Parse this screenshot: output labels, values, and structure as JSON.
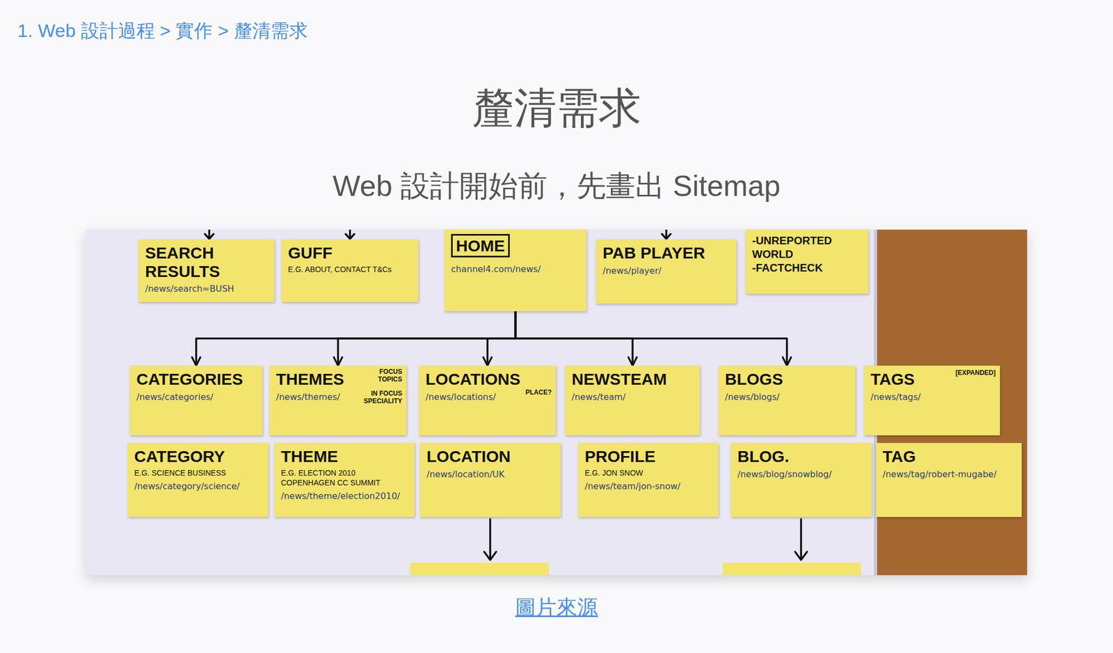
{
  "diagram": {
    "title": "釐清需求",
    "caption": "圖片來源",
    "nodes": [
      {
        "text": [
          "SEARCH RESULTS",
          "/news/search=BUSH"
        ]
      },
      {
        "text": [
          "GUFF",
          "E.G. ABOUT, CONTACT T&Cs"
        ]
      },
      {
        "text": [
          "HOME",
          "channel4.com/news/"
        ]
      },
      {
        "text": [
          "PAB PLAYER",
          "/news/player/"
        ]
      },
      {
        "text": [
          "-UNREPORTED WORLD",
          "-FACTCHECK"
        ]
      },
      {
        "text": [
          "CATEGORIES",
          "/news/categories/"
        ]
      },
      {
        "text": [
          "THEMES",
          "FOCUS TOPICS",
          "IN FOCUS SPECIALITY",
          "/news/themes/"
        ]
      },
      {
        "text": [
          "LOCATIONS",
          "PLACE?",
          "/news/locations/"
        ]
      },
      {
        "text": [
          "NEWSTEAM",
          "/news/team/"
        ]
      },
      {
        "text": [
          "BLOGS",
          "/news/blogs/"
        ]
      },
      {
        "text": [
          "TAGS",
          "[EXPANDED]",
          "/news/tags/"
        ]
      },
      {
        "text": [
          "CATEGORY",
          "E.G. SCIENCE BUSINESS",
          "/news/category/science/"
        ]
      },
      {
        "text": [
          "THEME",
          "E.G. ELECTION 2010 COPENHAGEN CC SUMMIT",
          "/news/theme/election2010/"
        ]
      },
      {
        "text": [
          "LOCATION",
          "/news/location/UK"
        ]
      },
      {
        "text": [
          "PROFILE",
          "E.G. JON SNOW",
          "/news/team/jon-snow/"
        ]
      },
      {
        "text": [
          "BLOG.",
          "/news/blog/snowblog/"
        ]
      },
      {
        "text": [
          "TAG",
          "/news/tag/robert-mugabe/"
        ]
      }
    ],
    "edges": [
      {
        "from": 2,
        "to": 5,
        "arrow": "to"
      },
      {
        "from": 2,
        "to": 6,
        "arrow": "to"
      },
      {
        "from": 2,
        "to": 7,
        "arrow": "to"
      },
      {
        "from": 2,
        "to": 8,
        "arrow": "to"
      },
      {
        "from": 2,
        "to": 9,
        "arrow": "to"
      }
    ],
    "labels": [
      "1. Web 設計過程 > 實作 > 釐清需求",
      "Web 設計開始前，先畫出 Sitemap"
    ]
  }
}
